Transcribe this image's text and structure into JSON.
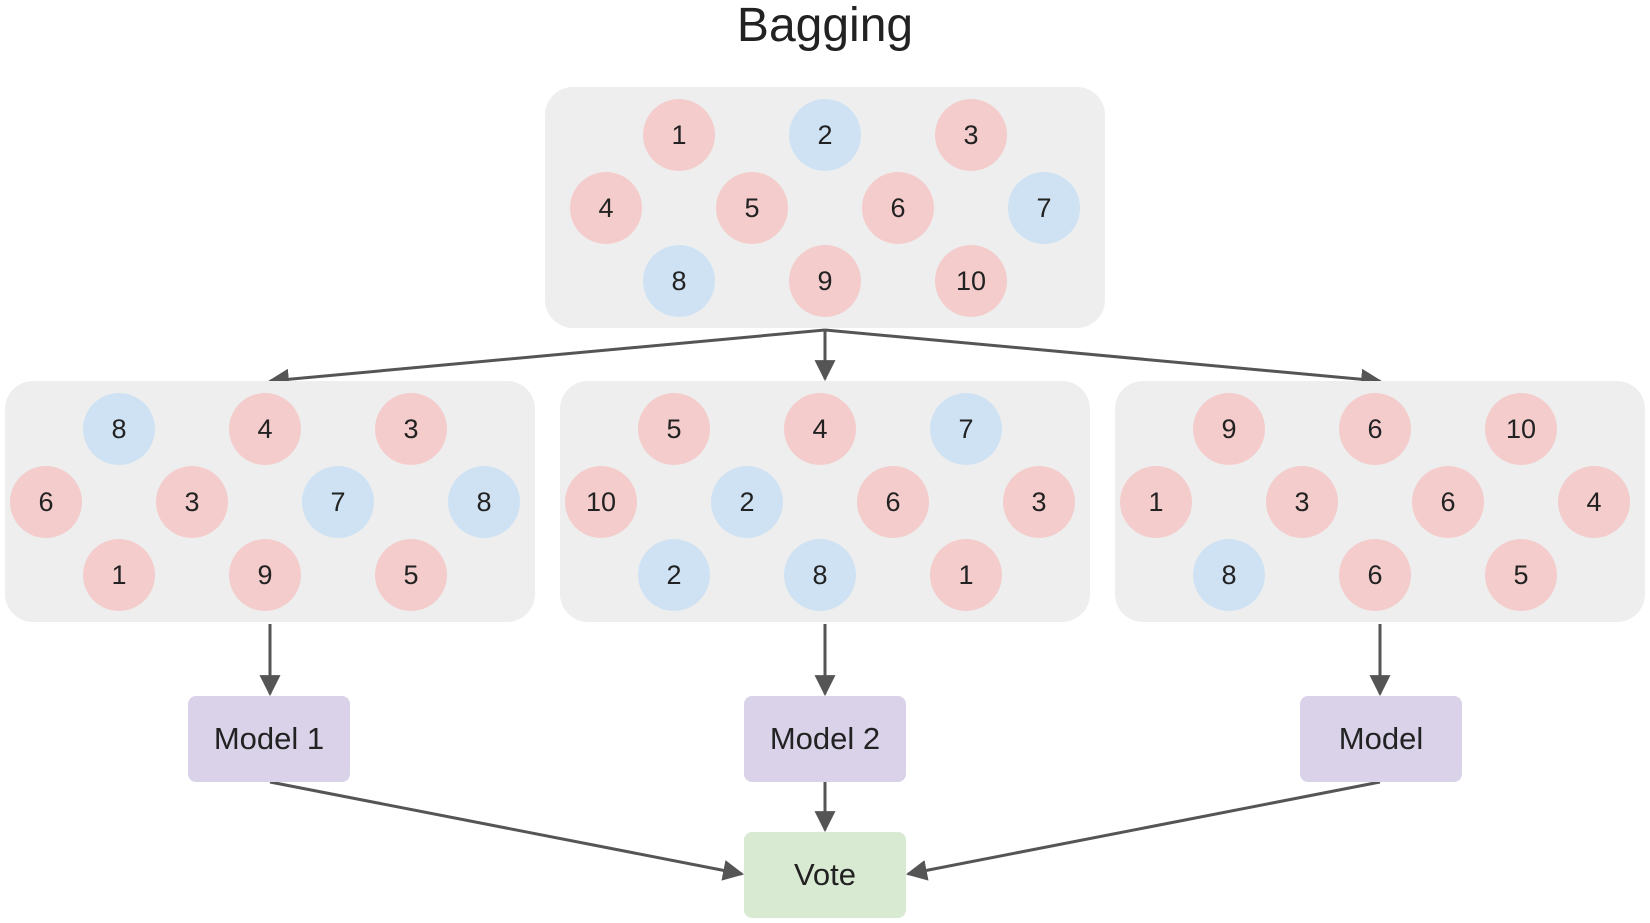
{
  "title": "Bagging",
  "colors": {
    "red": "#f4cccc",
    "blue": "#cfe2f3",
    "model": "#d9d2e9",
    "vote": "#d9ead3",
    "panel": "#eeeeee",
    "arrow": "#555555"
  },
  "dataset": [
    {
      "label": "1",
      "color": "red"
    },
    {
      "label": "2",
      "color": "blue"
    },
    {
      "label": "3",
      "color": "red"
    },
    {
      "label": "4",
      "color": "red"
    },
    {
      "label": "5",
      "color": "red"
    },
    {
      "label": "6",
      "color": "red"
    },
    {
      "label": "7",
      "color": "blue"
    },
    {
      "label": "8",
      "color": "blue"
    },
    {
      "label": "9",
      "color": "red"
    },
    {
      "label": "10",
      "color": "red"
    }
  ],
  "samples": [
    [
      {
        "label": "8",
        "color": "blue"
      },
      {
        "label": "4",
        "color": "red"
      },
      {
        "label": "3",
        "color": "red"
      },
      {
        "label": "6",
        "color": "red"
      },
      {
        "label": "3",
        "color": "red"
      },
      {
        "label": "7",
        "color": "blue"
      },
      {
        "label": "8",
        "color": "blue"
      },
      {
        "label": "1",
        "color": "red"
      },
      {
        "label": "9",
        "color": "red"
      },
      {
        "label": "5",
        "color": "red"
      }
    ],
    [
      {
        "label": "5",
        "color": "red"
      },
      {
        "label": "4",
        "color": "red"
      },
      {
        "label": "7",
        "color": "blue"
      },
      {
        "label": "10",
        "color": "red"
      },
      {
        "label": "2",
        "color": "blue"
      },
      {
        "label": "6",
        "color": "red"
      },
      {
        "label": "3",
        "color": "red"
      },
      {
        "label": "2",
        "color": "blue"
      },
      {
        "label": "8",
        "color": "blue"
      },
      {
        "label": "1",
        "color": "red"
      }
    ],
    [
      {
        "label": "9",
        "color": "red"
      },
      {
        "label": "6",
        "color": "red"
      },
      {
        "label": "10",
        "color": "red"
      },
      {
        "label": "1",
        "color": "red"
      },
      {
        "label": "3",
        "color": "red"
      },
      {
        "label": "6",
        "color": "red"
      },
      {
        "label": "4",
        "color": "red"
      },
      {
        "label": "8",
        "color": "blue"
      },
      {
        "label": "6",
        "color": "red"
      },
      {
        "label": "5",
        "color": "red"
      }
    ]
  ],
  "models": [
    "Model 1",
    "Model 2",
    "Model"
  ],
  "vote": "Vote"
}
